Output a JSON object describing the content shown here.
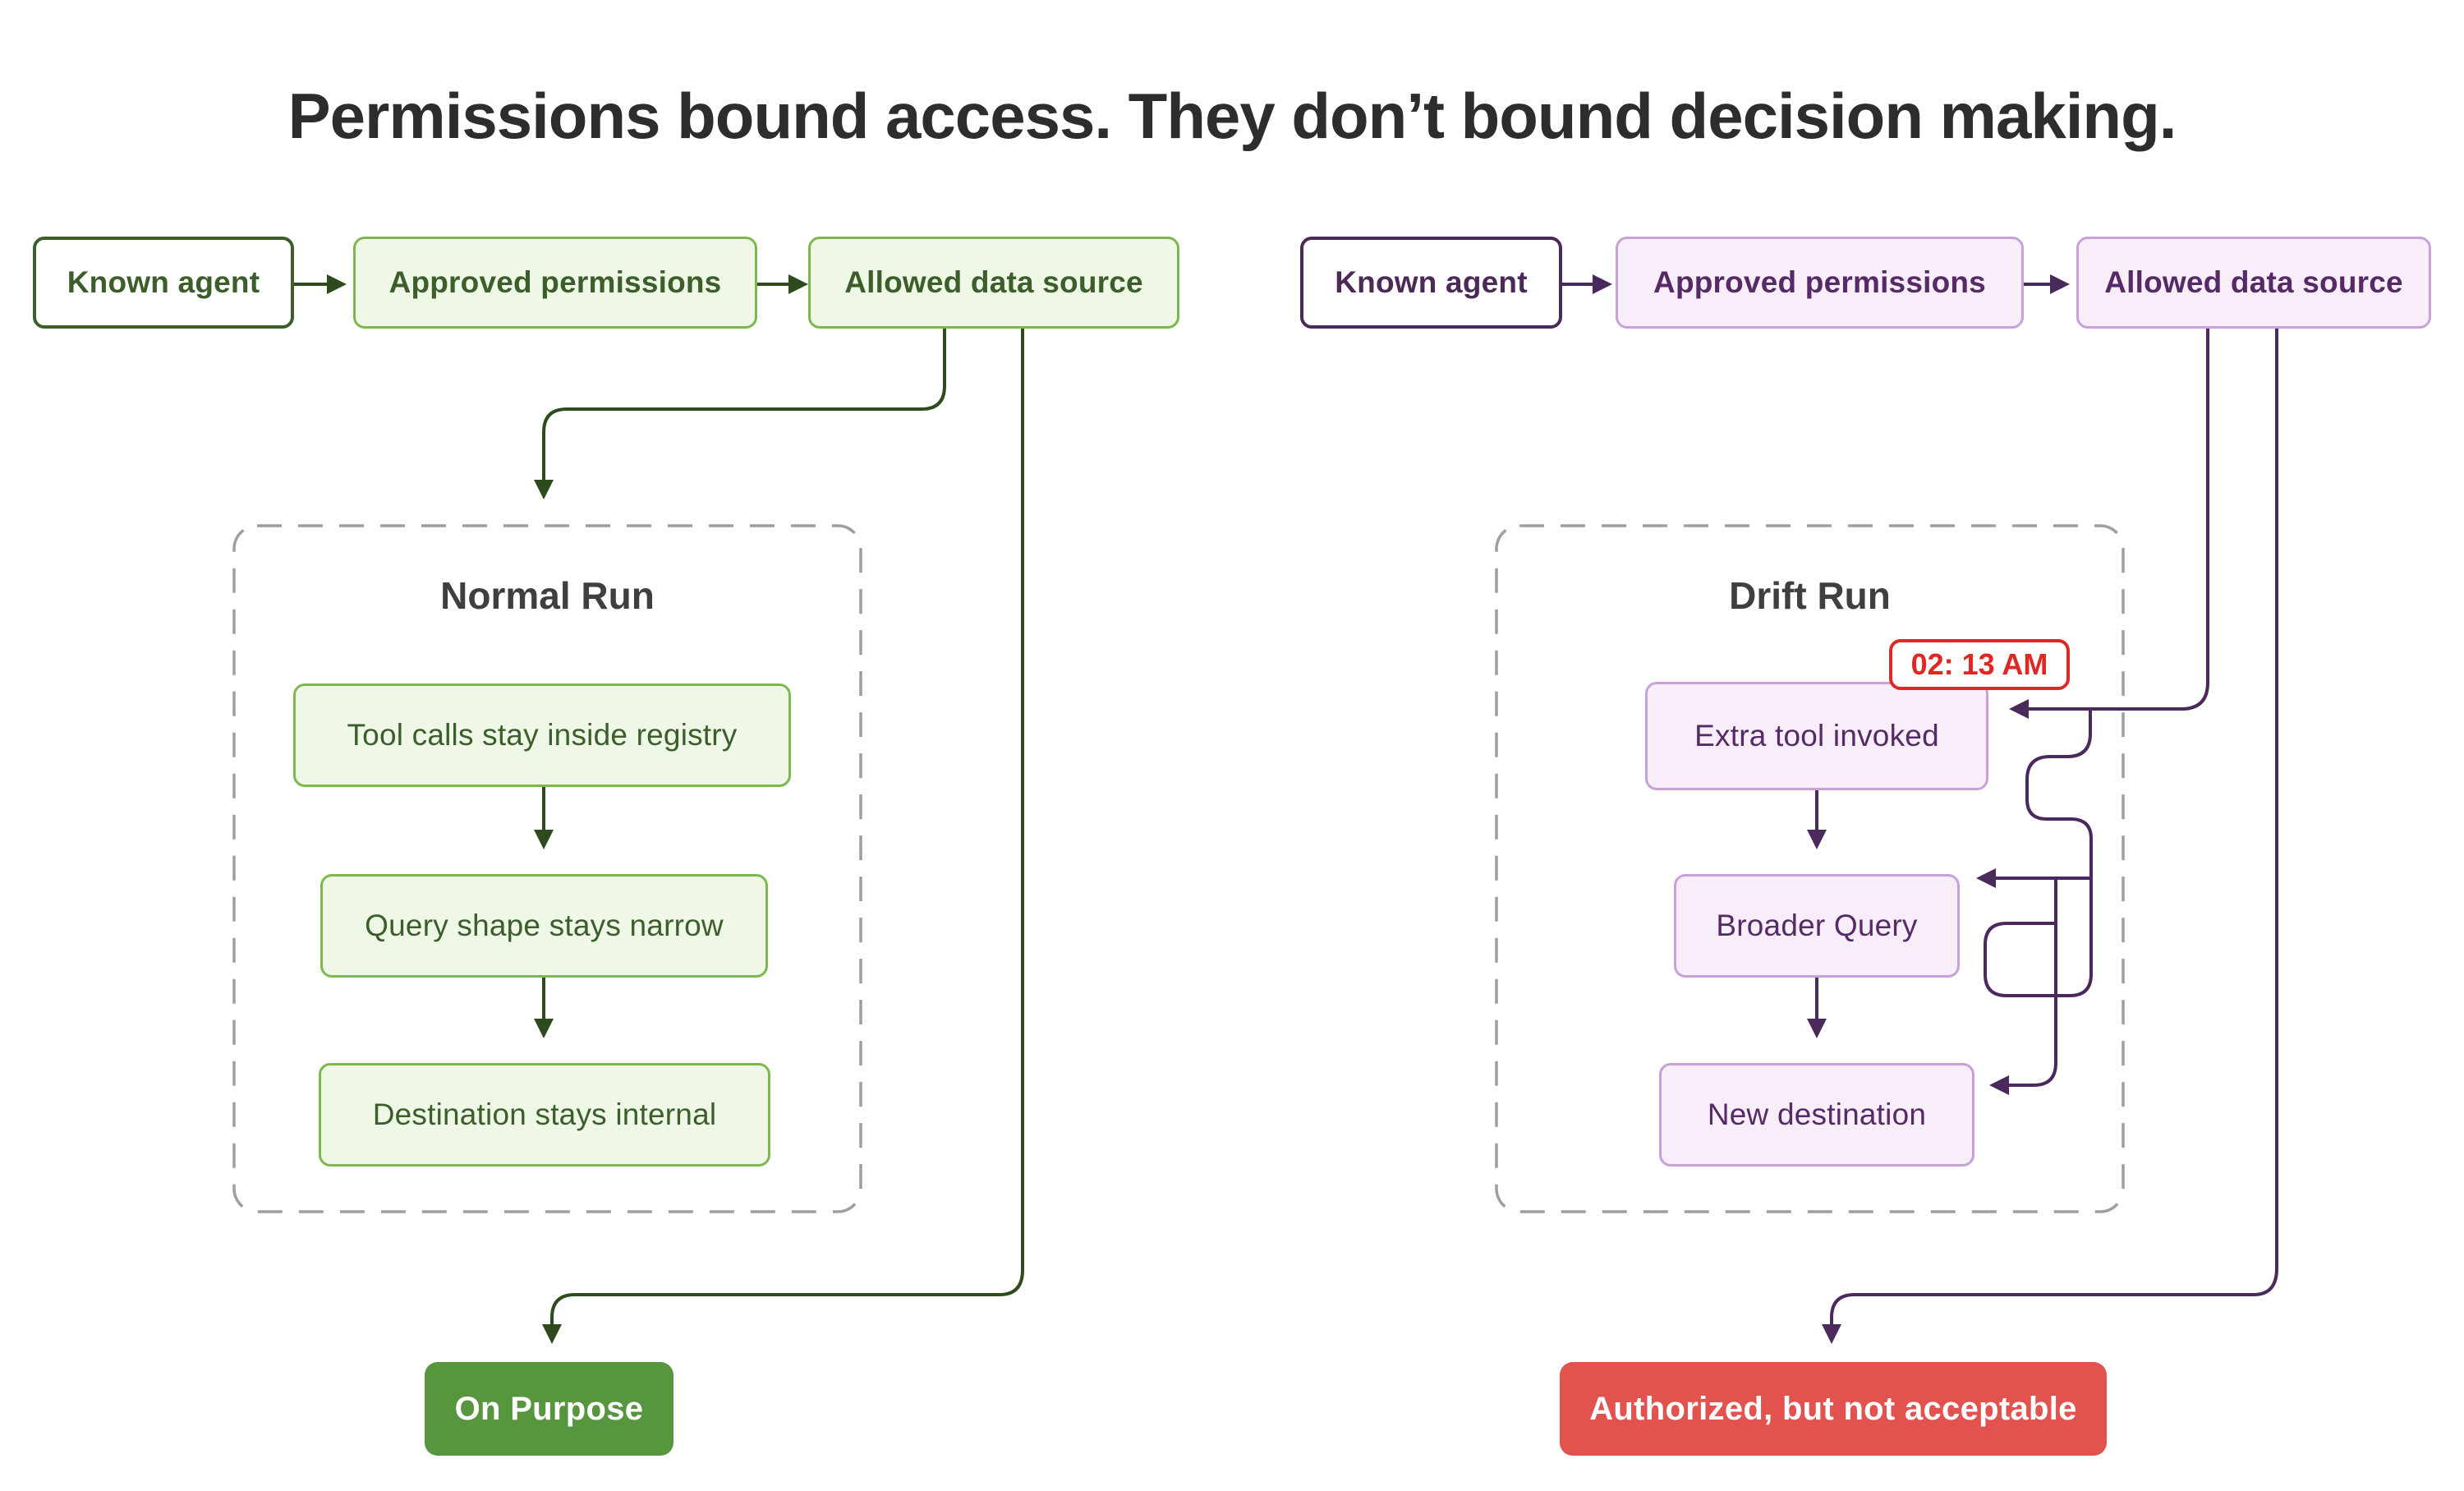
{
  "title": "Permissions bound access. They don’t bound decision making.",
  "left_pipeline": {
    "agent": "Known agent",
    "permissions": "Approved permissions",
    "source": "Allowed data source"
  },
  "right_pipeline": {
    "agent": "Known agent",
    "permissions": "Approved permissions",
    "source": "Allowed data source"
  },
  "normal_run": {
    "title": "Normal Run",
    "steps": [
      "Tool calls stay inside registry",
      "Query shape stays narrow",
      "Destination stays internal"
    ],
    "outcome": "On Purpose"
  },
  "drift_run": {
    "title": "Drift Run",
    "alert_time": "02: 13 AM",
    "steps": [
      "Extra tool invoked",
      "Broader Query",
      "New destination"
    ],
    "outcome": "Authorized, but not acceptable"
  },
  "colors": {
    "green_accent": "#7db84d",
    "green_fill": "#eff7e6",
    "green_text": "#3b5e2b",
    "green_line": "#2e4b1d",
    "green_solid": "#57953e",
    "purple_accent": "#c9a1d9",
    "purple_fill": "#f7eef9",
    "purple_text": "#552a66",
    "purple_line": "#4a2a5c",
    "red_badge": "#df2723",
    "red_fill": "#e25350",
    "dashed_border": "#9e9e9e",
    "title_text": "#2d2d2d"
  }
}
